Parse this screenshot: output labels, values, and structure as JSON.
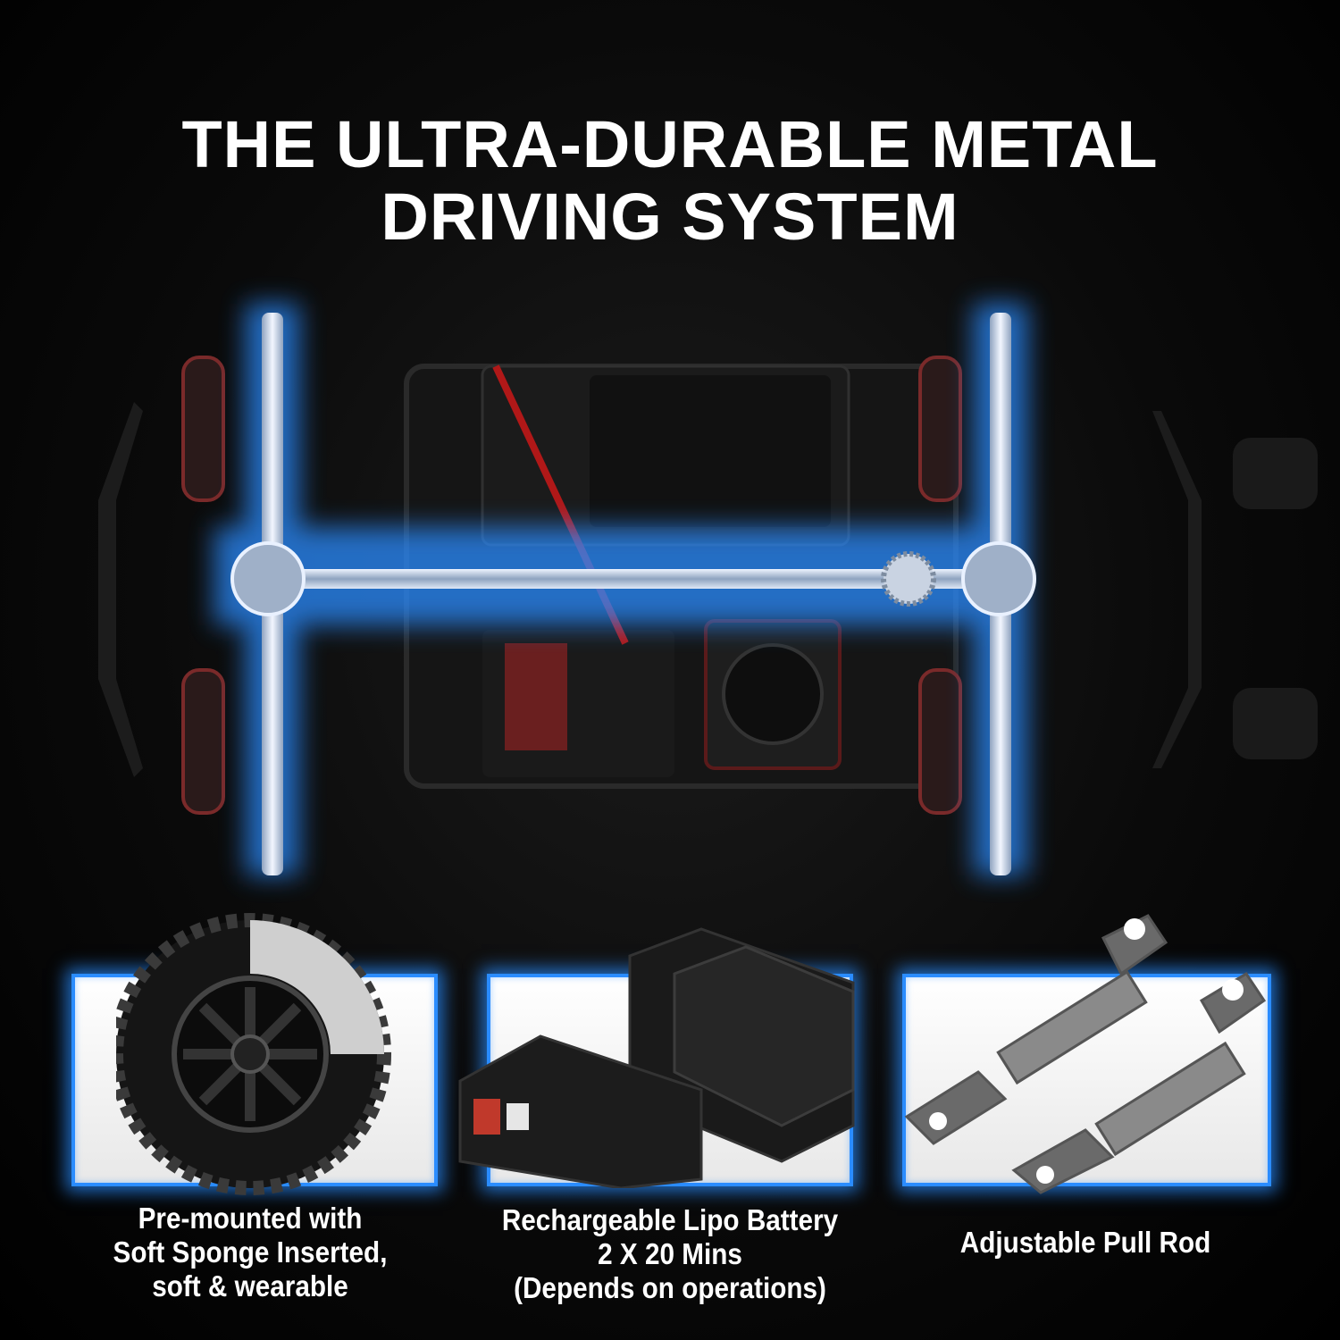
{
  "title": {
    "line1": "THE ULTRA-DURABLE METAL",
    "line2": "DRIVING SYSTEM"
  },
  "features": [
    {
      "lines": [
        "Pre-mounted with",
        "Soft Sponge Inserted,",
        "soft & wearable"
      ],
      "icon": "tire-icon"
    },
    {
      "lines": [
        "Rechargeable Lipo Battery",
        "2 X 20 Mins",
        "(Depends on operations)"
      ],
      "icon": "battery-icon"
    },
    {
      "lines": [
        "Adjustable Pull Rod"
      ],
      "icon": "pull-rod-icon"
    }
  ],
  "colors": {
    "accent_glow": "#2a8cff",
    "background": "#000000",
    "text": "#ffffff"
  }
}
